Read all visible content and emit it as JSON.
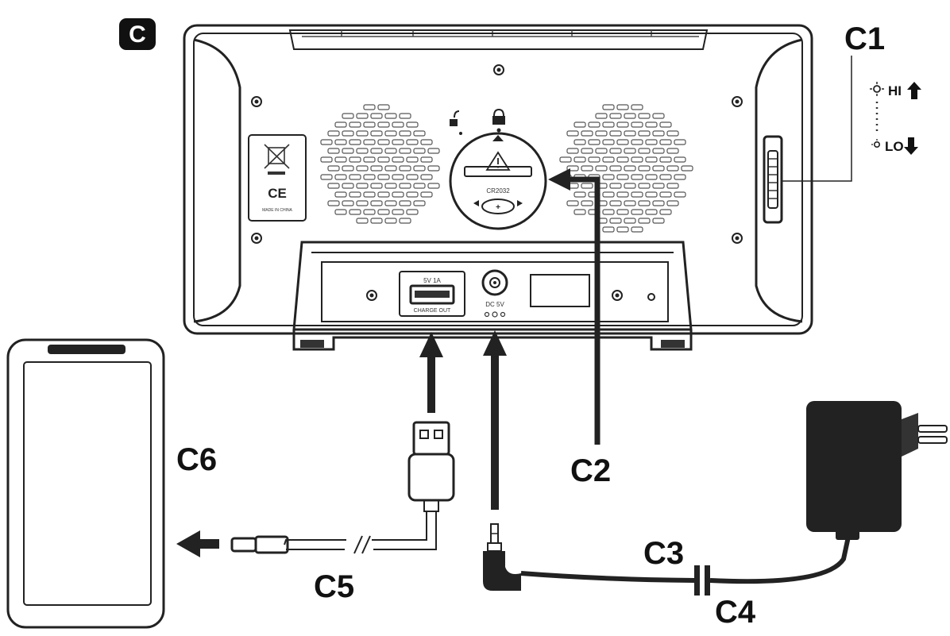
{
  "figure_badge": "C",
  "labels": {
    "c1": "C1",
    "c2": "C2",
    "c3": "C3",
    "c4": "C4",
    "c5": "C5",
    "c6": "C6"
  },
  "dimmer": {
    "hi": "HI",
    "lo": "LO"
  },
  "device": {
    "battery_model": "CR2032",
    "usb_rating": "5V 1A",
    "usb_label": "CHARGE OUT",
    "dc_label": "DC 5V",
    "made_in": "MADE IN CHINA",
    "ce_mark": "CE"
  }
}
